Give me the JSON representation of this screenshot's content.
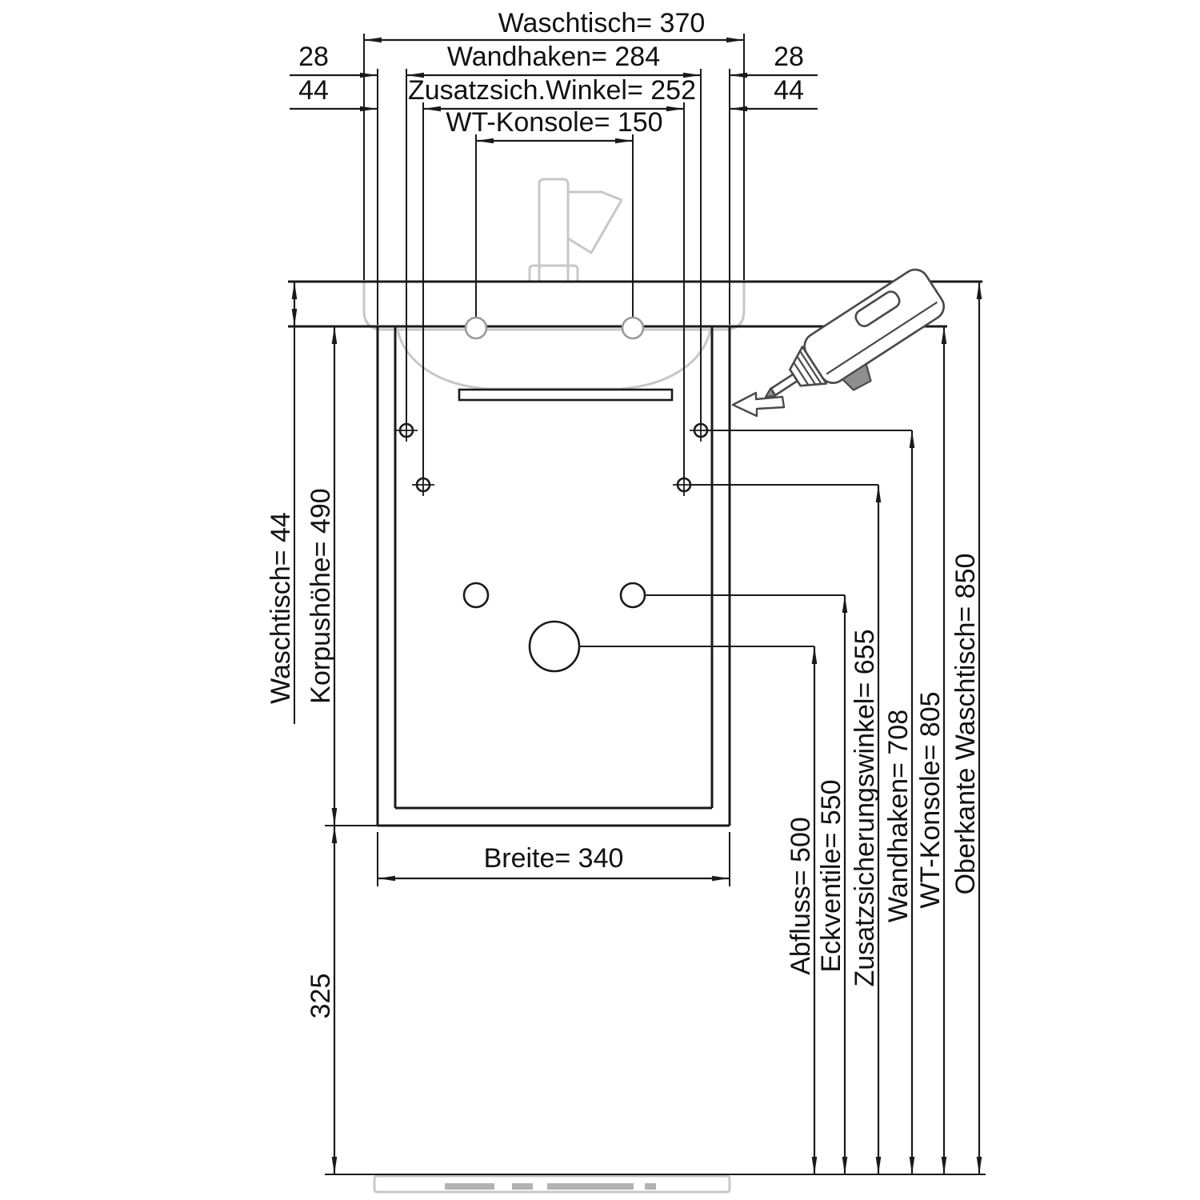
{
  "drawing": {
    "kind": "installation-dimension-drawing",
    "colors": {
      "line": "#1a1a1a",
      "reference_gray": "#c7c7c7",
      "tool_gray": "#4a4a4a",
      "background": "#ffffff"
    }
  },
  "dims": {
    "top": {
      "waschtisch": "Waschtisch=  370",
      "wandhaken": "Wandhaken=  284",
      "wandhaken_offset_left": "28",
      "wandhaken_offset_right": "28",
      "zusatzwinkel": "Zusatzsich.Winkel= 252",
      "zusatzwinkel_offset_left": "44",
      "zusatzwinkel_offset_right": "44",
      "wt_konsole": "WT-Konsole= 150"
    },
    "left": {
      "waschtisch_thickness": "Waschtisch= 44",
      "korpus_height": "Korpushöhe= 490",
      "bottom_clearance": "325"
    },
    "bottom": {
      "breite": "Breite=  340"
    },
    "right": {
      "abfluss": "Abfluss= 500",
      "eckventile": "Eckventile= 550",
      "zusatzsicherungswinkel": "Zusatzsicherungswinkel= 655",
      "wandhaken": "Wandhaken= 708",
      "wt_konsole": "WT-Konsole= 805",
      "oberkante": "Oberkante Waschtisch= 850"
    }
  }
}
